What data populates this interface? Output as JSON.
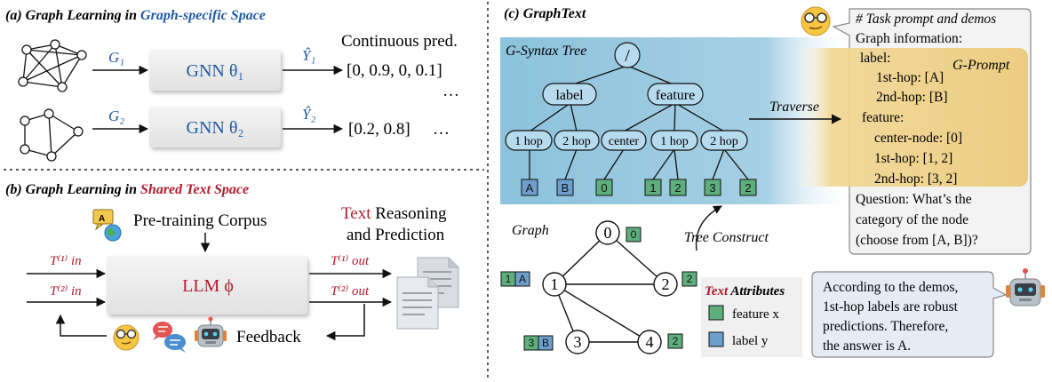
{
  "panel_a": {
    "title_prefix": "(a) Graph Learning in ",
    "title_highlight": "Graph-specific Space",
    "output_header": "Continuous pred.",
    "input_1": "G₁",
    "model_1": "GNN θ₁",
    "label_1": "Ŷ₁",
    "pred_1": "[0, 0.9, 0, 0.1]",
    "input_2": "G₂",
    "model_2": "GNN θ₂",
    "label_2": "Ŷ₂",
    "pred_2": "[0.2, 0.8]",
    "more": "…"
  },
  "panel_b": {
    "title_prefix": "(b) Graph Learning in ",
    "title_highlight": "Shared Text Space",
    "corpus": "Pre-training Corpus",
    "reasoning_line1_highlight": "Text",
    "reasoning_line1_rest": " Reasoning",
    "reasoning_line2": "and Prediction",
    "t_in_1": "T⁽¹⁾ in",
    "t_in_2": "T⁽²⁾ in",
    "t_out_1": "T⁽¹⁾ out",
    "t_out_2": "T⁽²⁾ out",
    "llm": "LLM ϕ",
    "feedback": "Feedback"
  },
  "panel_c": {
    "title": "(c) GraphText",
    "tree_label": "G-Syntax Tree",
    "root": "/",
    "branch_label": "label",
    "branch_feature": "feature",
    "hop_nodes": [
      "1 hop",
      "2 hop",
      "center",
      "1 hop",
      "2 hop"
    ],
    "leaves": [
      "A",
      "B",
      "0",
      "1",
      "2",
      "3",
      "2"
    ],
    "traverse": "Traverse",
    "tree_construct": "Tree Construct",
    "graph_label": "Graph",
    "graph_nodes": [
      "0",
      "1",
      "2",
      "3",
      "4"
    ],
    "node_tags": {
      "n0": [
        "0"
      ],
      "n1": [
        "1",
        "A"
      ],
      "n2": [
        "2"
      ],
      "n3": [
        "3",
        "B"
      ],
      "n4": [
        "2"
      ]
    },
    "legend_title_highlight": "Text",
    "legend_title_rest": " Attributes",
    "legend_feature": "feature x",
    "legend_label": "label y",
    "prompt_label": "G-Prompt",
    "prompt_lines": [
      "# Task prompt and demos",
      "Graph information:",
      "label:",
      "1st-hop: [A]",
      "2nd-hop: [B]",
      "feature:",
      "center-node: [0]",
      "1st-hop: [1, 2]",
      "2nd-hop: [3, 2]",
      "Question: What’s the",
      "category of the node",
      "(choose from [A, B])?"
    ],
    "answer_lines": [
      "According to the demos,",
      "1st-hop labels are robust",
      "predictions. Therefore,",
      "the answer is A."
    ]
  },
  "colors": {
    "blue_text": "#1f5aa6",
    "red_text": "#b01c2e",
    "tree_bg": "#8fc3dd",
    "prompt_bg": "#efd08a",
    "leaf_blue": "#6e9fcc",
    "leaf_green": "#5fae7d",
    "box_gray": "#ececec"
  }
}
